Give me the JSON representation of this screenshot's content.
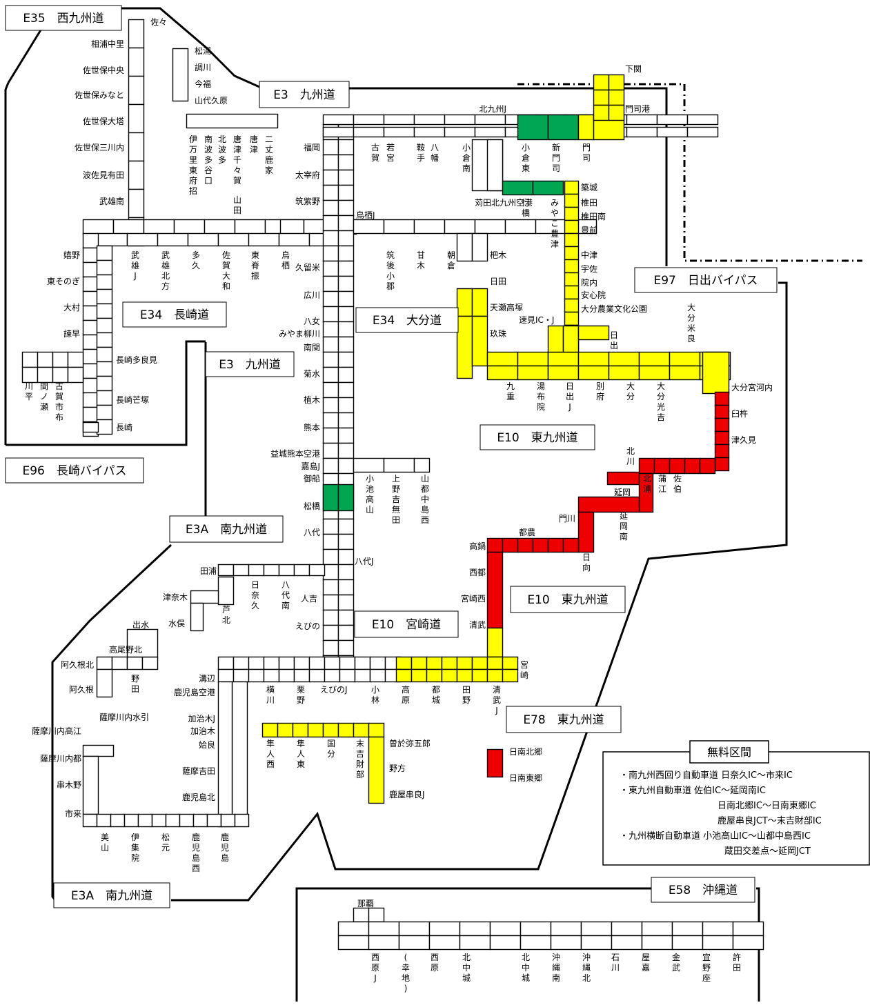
{
  "colors": {
    "free": "#ffff00",
    "discount": "#00a651",
    "paid_red": "#ee0000",
    "line": "#000000"
  },
  "routes": [
    "E35　西九州道",
    "E3　九州道",
    "E97　日出バイパス",
    "E34　長崎道",
    "E3　九州道",
    "E34　大分道",
    "E10　東九州道",
    "E96　長崎バイパス",
    "E3A　南九州道",
    "E10　東九州道",
    "E10　宮崎道",
    "E78　東九州道",
    "E3A　南九州道",
    "E58　沖縄道"
  ],
  "labels": [
    "佐々",
    "相浦中里",
    "松浦",
    "調川",
    "今福",
    "山代久原",
    "佐世保中央",
    "佐世保みなと",
    "佐世保大塔",
    "佐世保三川内",
    "波佐見有田",
    "武雄南",
    "下関",
    "門司港",
    "北九州J",
    "伊万里東府招",
    "南波多谷口",
    "北波多",
    "唐津千々賀",
    "山田",
    "唐津",
    "二丈鹿家",
    "福岡",
    "太宰府",
    "筑紫野",
    "古賀",
    "若宮",
    "鞍手",
    "八幡",
    "小倉南",
    "小倉東",
    "新門司",
    "門司",
    "苅田北九州空港",
    "行橋",
    "みやこ豊津",
    "築城",
    "椎田",
    "椎田南",
    "豊前",
    "中津",
    "宇佐",
    "院内",
    "安心院",
    "大分農業文化公園",
    "鳥栖J",
    "嬉野",
    "東そのぎ",
    "大村",
    "諫早",
    "武雄J",
    "武雄北方",
    "多久",
    "佐賀大和",
    "東脊振",
    "鳥栖",
    "久留米",
    "筑後小郡",
    "甘木",
    "朝倉",
    "杷木",
    "日田",
    "天瀬高塚",
    "玖珠",
    "速見IC・J",
    "日出",
    "大分米良",
    "広川",
    "八女",
    "みやま柳川",
    "南関",
    "菊水",
    "植木",
    "熊本",
    "益城熊本空港",
    "嘉島J",
    "御船",
    "松橋",
    "八代",
    "八代J",
    "長崎多良見",
    "長崎芒塚",
    "長崎",
    "川平",
    "間ノ瀬",
    "古賀市布",
    "九重",
    "湯布院",
    "日出J",
    "別府",
    "大分",
    "大分光吉",
    "大分宮河内",
    "臼杵",
    "津久見",
    "北川",
    "北浦",
    "蒲江",
    "佐伯",
    "延岡",
    "延岡南",
    "門川",
    "日向",
    "都農",
    "高鍋",
    "西都",
    "宮崎西",
    "清武",
    "宮崎",
    "小池高山",
    "上野吉無田",
    "山都中島西",
    "田浦",
    "日奈久",
    "芦北",
    "八代南",
    "人吉",
    "津奈木",
    "水俣",
    "えびの",
    "出水",
    "高尾野北",
    "阿久根北",
    "阿久根",
    "野田",
    "溝辺",
    "鹿児島空港",
    "横川",
    "栗野",
    "えびのJ",
    "小林",
    "高原",
    "都城",
    "田野",
    "清武J",
    "加治木J",
    "加治木",
    "姶良",
    "隼人西",
    "隼人東",
    "国分",
    "末吉財部",
    "曽於弥五郎",
    "野方",
    "鹿屋串良J",
    "日南北郷",
    "日南東郷",
    "薩摩川内水引",
    "薩摩川内高江",
    "薩摩川内都",
    "串木野",
    "市来",
    "美山",
    "伊集院",
    "松元",
    "鹿児島西",
    "鹿児島",
    "鹿児島北",
    "薩摩吉田",
    "那覇",
    "西原J",
    "(幸地)",
    "西原",
    "北中城",
    "北中城",
    "沖縄南",
    "沖縄北",
    "石川",
    "屋嘉",
    "金武",
    "宜野座",
    "許田"
  ],
  "notes": {
    "title": "無料区間",
    "lines": [
      "・南九州西回り自動車道 日奈久IC～市来IC",
      "・東九州自動車道 佐伯IC～延岡南IC",
      "日南北郷IC～日南東郷IC",
      "鹿屋串良JCT～末吉財部IC",
      "・九州横断自動車道 小池高山IC～山都中島西IC",
      "蔵田交差点～延岡JCT"
    ]
  }
}
